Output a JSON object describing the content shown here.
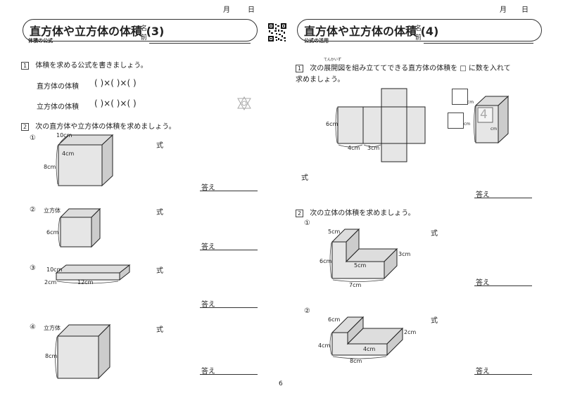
{
  "page_number": "6",
  "left": {
    "date_month": "月",
    "date_day": "日",
    "title": "直方体や立方体の体積 (3)",
    "subtitle": "体積の公式",
    "name_label_1": "名",
    "name_label_2": "前",
    "q1": {
      "number": "1",
      "text": "体積を求める公式を書きましょう。",
      "row1_label": "直方体の体積",
      "row2_label": "立方体の体積",
      "formula": "(            )×(            )×(            )"
    },
    "q2": {
      "number": "2",
      "text": "次の直方体や立方体の体積を求めましょう。",
      "items": [
        {
          "num": "①",
          "shape_label": "",
          "dims": [
            "10cm",
            "4cm",
            "8cm"
          ],
          "shiki": "式",
          "answer": "答え"
        },
        {
          "num": "②",
          "shape_label": "立方体",
          "dims": [
            "6cm"
          ],
          "shiki": "式",
          "answer": "答え"
        },
        {
          "num": "③",
          "shape_label": "",
          "dims": [
            "10cm",
            "2cm",
            "12cm"
          ],
          "shiki": "式",
          "answer": "答え"
        },
        {
          "num": "④",
          "shape_label": "立方体",
          "dims": [
            "8cm"
          ],
          "shiki": "式",
          "answer": "答え"
        }
      ]
    }
  },
  "right": {
    "date_month": "月",
    "date_day": "日",
    "title": "直方体や立方体の体積 (4)",
    "subtitle": "公式の活用",
    "name_label_1": "名",
    "name_label_2": "前",
    "q1": {
      "number": "1",
      "text_line1": "次の展開図を組み立ててできる直方体の体積を □ に数を入れて",
      "text_line2": "求めましょう。",
      "ruby": "てんかいず",
      "net_dims": [
        "6cm",
        "4cm",
        "3cm"
      ],
      "box_cm": [
        "cm",
        "cm",
        "cm"
      ],
      "box_digit": "4",
      "shiki": "式",
      "answer": "答え"
    },
    "q2": {
      "number": "2",
      "text": "次の立体の体積を求めましょう。",
      "items": [
        {
          "num": "①",
          "dims": [
            "5cm",
            "6cm",
            "5cm",
            "3cm",
            "7cm"
          ],
          "shiki": "式",
          "answer": "答え"
        },
        {
          "num": "②",
          "dims": [
            "6cm",
            "4cm",
            "4cm",
            "2cm",
            "8cm"
          ],
          "shiki": "式",
          "answer": "答え"
        }
      ]
    }
  }
}
